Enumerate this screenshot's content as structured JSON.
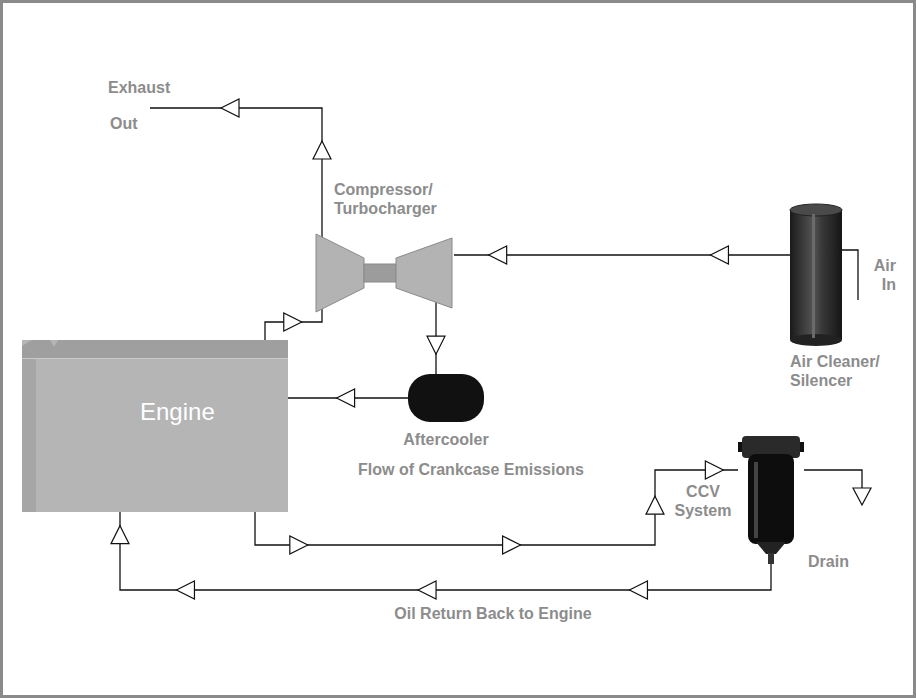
{
  "diagram": {
    "nodes": [
      {
        "text": [
          "Engine"
        ]
      },
      {
        "text": [
          "Compressor/ Turbocharger"
        ]
      },
      {
        "text": [
          "Air Cleaner/ Silencer"
        ]
      },
      {
        "text": [
          "Aftercooler"
        ]
      },
      {
        "text": [
          "CCV System",
          "Drain"
        ]
      }
    ],
    "edges": [
      {
        "from": 0,
        "to": 1,
        "arrow": "to"
      },
      {
        "from": 2,
        "to": 1,
        "arrow": "to"
      },
      {
        "from": 1,
        "to": 3,
        "arrow": "to"
      },
      {
        "from": 3,
        "to": 0,
        "arrow": "to"
      },
      {
        "from": 0,
        "to": 4,
        "label": "Flow of Crankcase Emissions",
        "arrow": "to"
      },
      {
        "from": 4,
        "to": 0,
        "label": "Oil Return Back to Engine",
        "arrow": "to"
      }
    ],
    "labels": [
      "Exhaust",
      "Out",
      "Air In"
    ]
  }
}
